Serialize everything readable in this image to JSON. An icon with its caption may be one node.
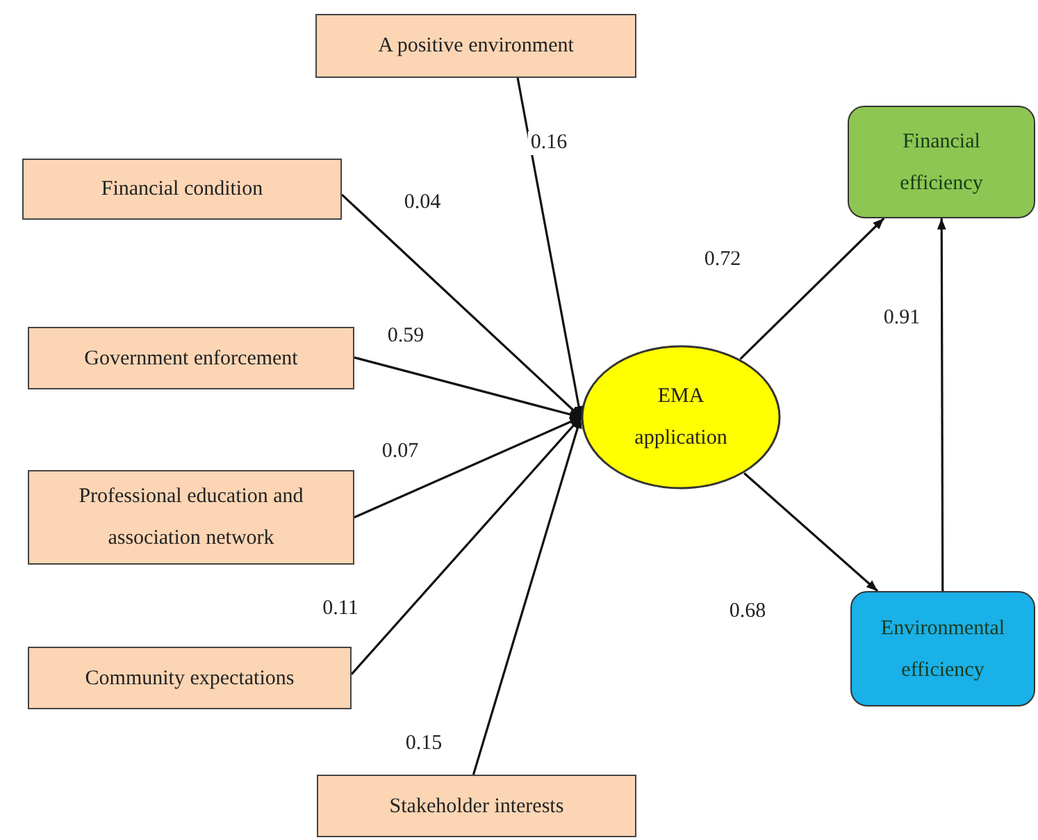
{
  "diagram": {
    "nodes": [
      {
        "text": [
          "A positive environment"
        ]
      },
      {
        "text": [
          "Financial condition"
        ]
      },
      {
        "text": [
          "Government enforcement"
        ]
      },
      {
        "text": [
          "Professional education and association network"
        ]
      },
      {
        "text": [
          "Community expectations"
        ]
      },
      {
        "text": [
          "Stakeholder interests"
        ]
      },
      {
        "text": [
          "EMA application"
        ]
      },
      {
        "text": [
          "Financial efficiency"
        ]
      },
      {
        "text": [
          "Environmental efficiency"
        ]
      }
    ],
    "edges": [
      {
        "from": 0,
        "to": 6,
        "arrow": "to",
        "label": "0.16"
      },
      {
        "from": 1,
        "to": 6,
        "arrow": "to",
        "label": "0.04"
      },
      {
        "from": 2,
        "to": 6,
        "arrow": "to",
        "label": "0.59"
      },
      {
        "from": 3,
        "to": 6,
        "arrow": "to",
        "label": "0.07"
      },
      {
        "from": 4,
        "to": 6,
        "arrow": "to",
        "label": "0.11"
      },
      {
        "from": 5,
        "to": 6,
        "arrow": "to",
        "label": "0.15"
      },
      {
        "from": 6,
        "to": 7,
        "arrow": "to",
        "label": "0.72"
      },
      {
        "from": 6,
        "to": 8,
        "arrow": "to",
        "label": "0.68"
      },
      {
        "from": 8,
        "to": 7,
        "arrow": "to",
        "label": "0.91"
      }
    ]
  }
}
